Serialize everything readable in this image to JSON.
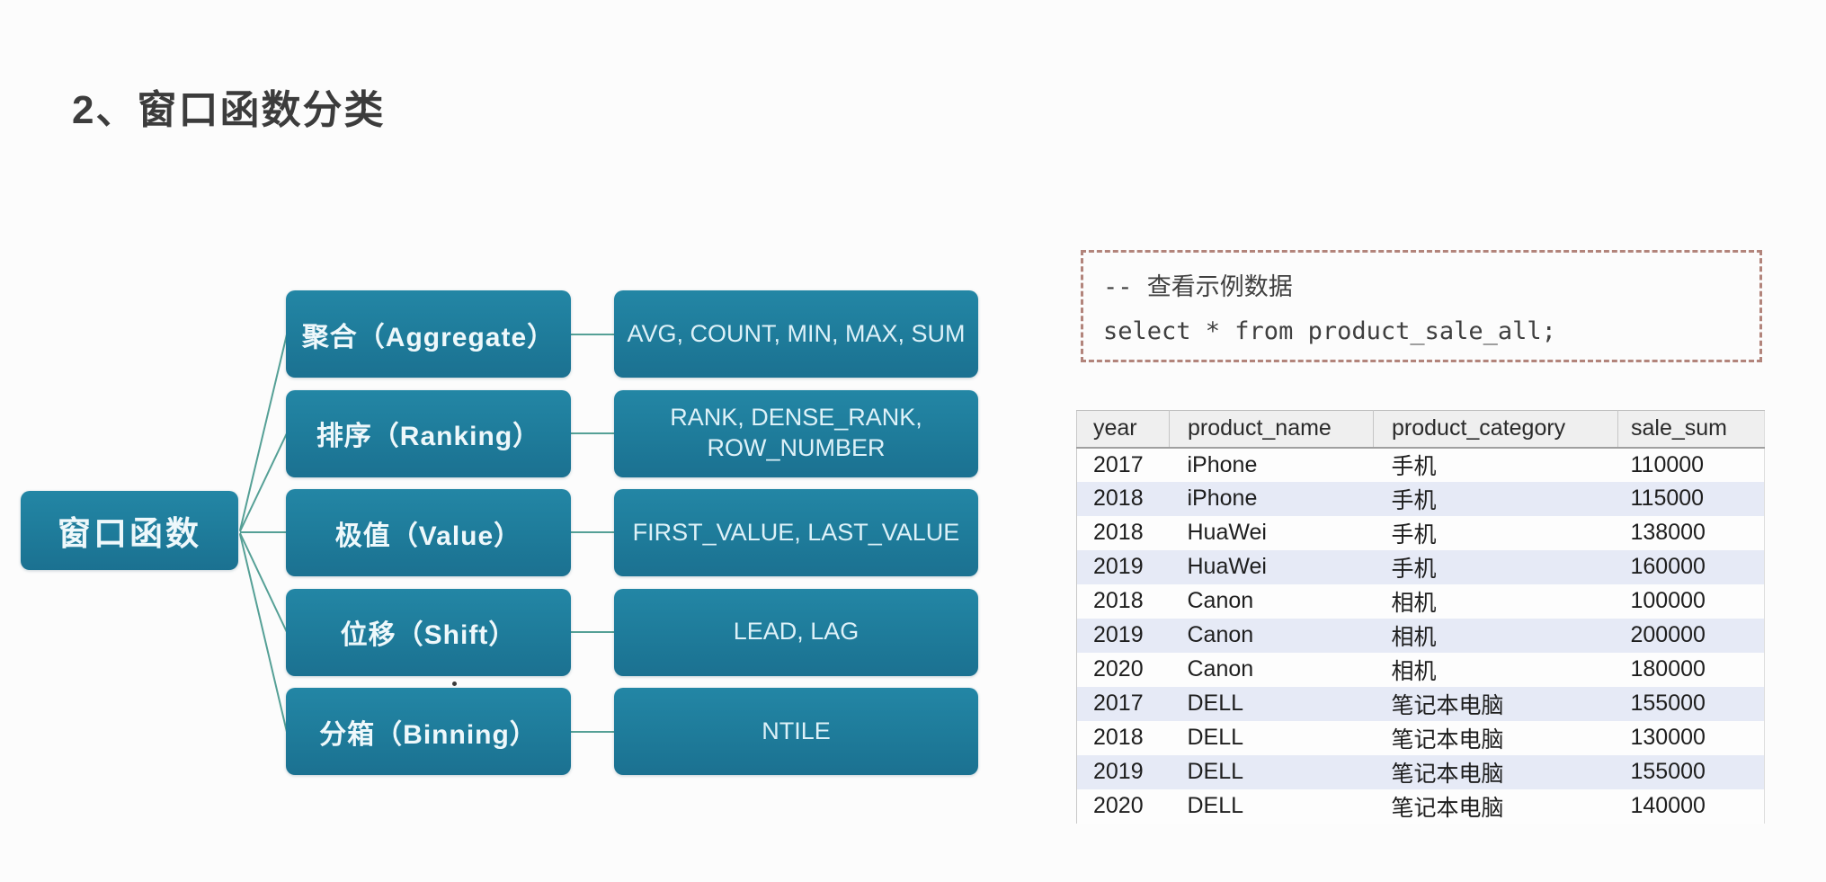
{
  "page": {
    "title": "2、窗口函数分类"
  },
  "diagram": {
    "root": "窗口函数",
    "branches": [
      {
        "category": "聚合（Aggregate）",
        "functions": "AVG, COUNT, MIN, MAX, SUM"
      },
      {
        "category": "排序（Ranking）",
        "functions": "RANK, DENSE_RANK,\nROW_NUMBER"
      },
      {
        "category": "极值（Value）",
        "functions": "FIRST_VALUE, LAST_VALUE"
      },
      {
        "category": "位移（Shift）",
        "functions": "LEAD, LAG"
      },
      {
        "category": "分箱（Binning）",
        "functions": "NTILE"
      }
    ]
  },
  "sql_panel": {
    "comment": "-- 查看示例数据",
    "code": "select * from product_sale_all;"
  },
  "table": {
    "columns": [
      "year",
      "product_name",
      "product_category",
      "sale_sum"
    ],
    "rows": [
      [
        "2017",
        "iPhone",
        "手机",
        "110000"
      ],
      [
        "2018",
        "iPhone",
        "手机",
        "115000"
      ],
      [
        "2018",
        "HuaWei",
        "手机",
        "138000"
      ],
      [
        "2019",
        "HuaWei",
        "手机",
        "160000"
      ],
      [
        "2018",
        "Canon",
        "相机",
        "100000"
      ],
      [
        "2019",
        "Canon",
        "相机",
        "200000"
      ],
      [
        "2020",
        "Canon",
        "相机",
        "180000"
      ],
      [
        "2017",
        "DELL",
        "笔记本电脑",
        "155000"
      ],
      [
        "2018",
        "DELL",
        "笔记本电脑",
        "130000"
      ],
      [
        "2019",
        "DELL",
        "笔记本电脑",
        "155000"
      ],
      [
        "2020",
        "DELL",
        "笔记本电脑",
        "140000"
      ]
    ]
  },
  "colors": {
    "node_teal": "#1e7b9a",
    "node_text": "#eef8fb",
    "connector": "#55a096",
    "dashed_border": "#b2847b",
    "table_alt_row": "#e6eaf6",
    "table_header_bg": "#efefef",
    "title_text": "#3c3c3c"
  }
}
